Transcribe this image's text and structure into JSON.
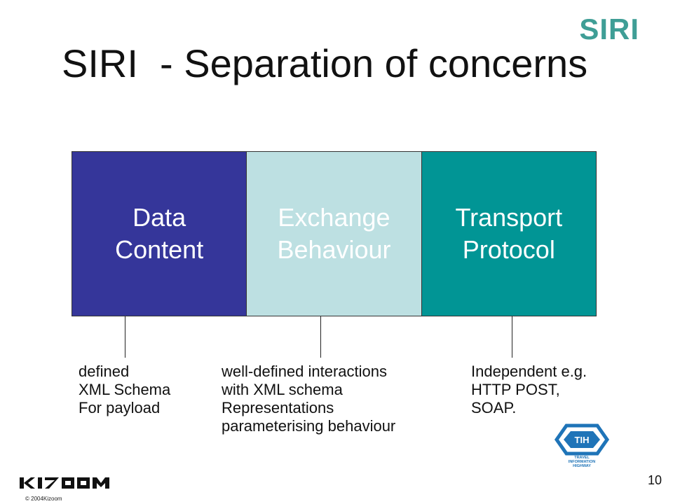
{
  "brand": {
    "label": "SIRI"
  },
  "title": "SIRI  - Separation of concerns",
  "blocks": [
    {
      "lines": [
        "Data",
        "Content"
      ],
      "bg": "#35369a",
      "fg": "#ffffff"
    },
    {
      "lines": [
        "Exchange",
        "Behaviour"
      ],
      "bg": "#bde0e2",
      "fg": "#ffffff"
    },
    {
      "lines": [
        "Transport",
        "Protocol"
      ],
      "bg": "#019595",
      "fg": "#ffffff"
    }
  ],
  "notes": [
    {
      "lines": [
        "defined",
        "XML Schema",
        "For payload"
      ]
    },
    {
      "lines": [
        "well-defined interactions",
        "with XML schema",
        "Representations",
        "parameterising behaviour"
      ]
    },
    {
      "lines": [
        "Independent e.g.",
        "HTTP POST,",
        "SOAP."
      ]
    }
  ],
  "footer": {
    "company_logo": "KIZOOM",
    "copyright": "© 2004Kizoom",
    "page_number": "10"
  },
  "tih_logo": {
    "initials": "TIH",
    "caption_lines": [
      "TRAVEL",
      "INFORMATION",
      "HIGHWAY"
    ],
    "color": "#1f74b8"
  }
}
